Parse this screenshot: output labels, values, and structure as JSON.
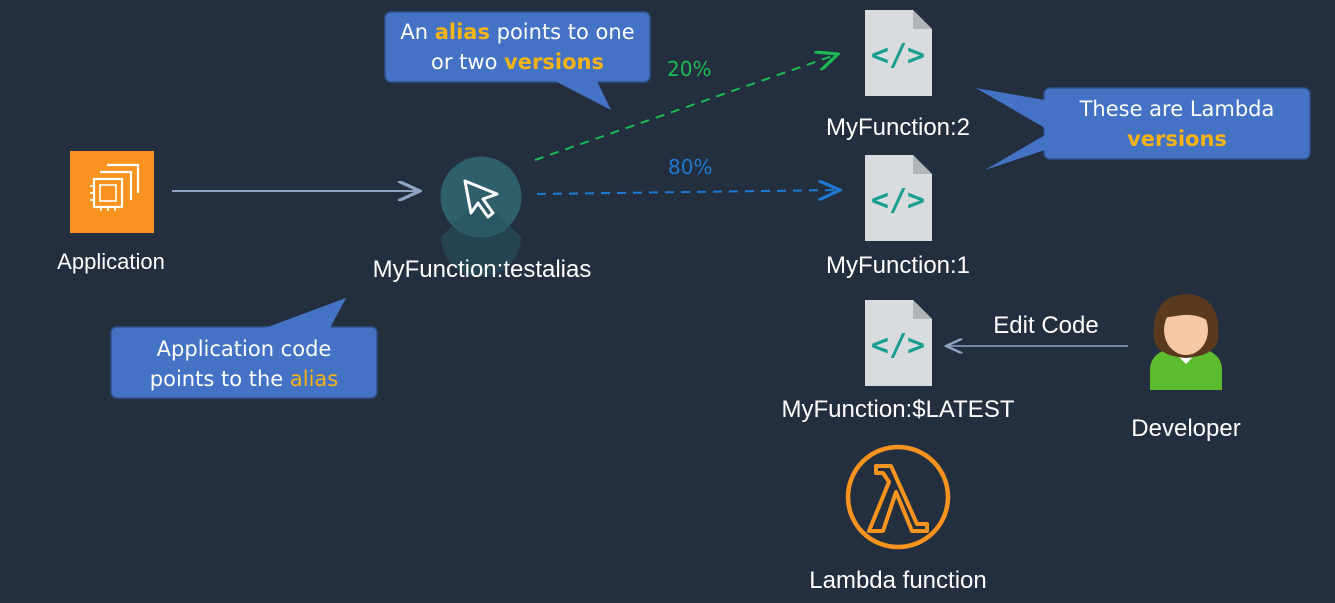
{
  "nodes": {
    "application": "Application",
    "alias": "MyFunction:testalias",
    "version2": "MyFunction:2",
    "version1": "MyFunction:1",
    "latest": "MyFunction:$LATEST",
    "developer": "Developer",
    "lambda": "Lambda function"
  },
  "edges": {
    "edit_code": "Edit Code",
    "weight_v2": "20%",
    "weight_v1": "80%"
  },
  "callouts": {
    "alias_info": {
      "pre": "An ",
      "hl1": "alias",
      "mid": " points to one",
      "line2_pre": "or two ",
      "hl2": "versions"
    },
    "versions_info": {
      "line1": "These are Lambda",
      "hl": "versions"
    },
    "app_info": {
      "line1": "Application code",
      "line2_pre": "points to the ",
      "hl": "alias"
    }
  },
  "colors": {
    "background": "#232F3E",
    "callout": "#4472C4",
    "highlight": "#F5B316",
    "green_line": "#1DB954",
    "blue_line": "#1F78D1",
    "lambda_orange": "#F7931E",
    "code_teal": "#1A9E8F"
  },
  "icons": {
    "application": "ec2-instance-icon",
    "alias": "alias-pointer-icon",
    "version": "code-file-icon",
    "developer": "developer-person-icon",
    "lambda": "lambda-icon"
  }
}
